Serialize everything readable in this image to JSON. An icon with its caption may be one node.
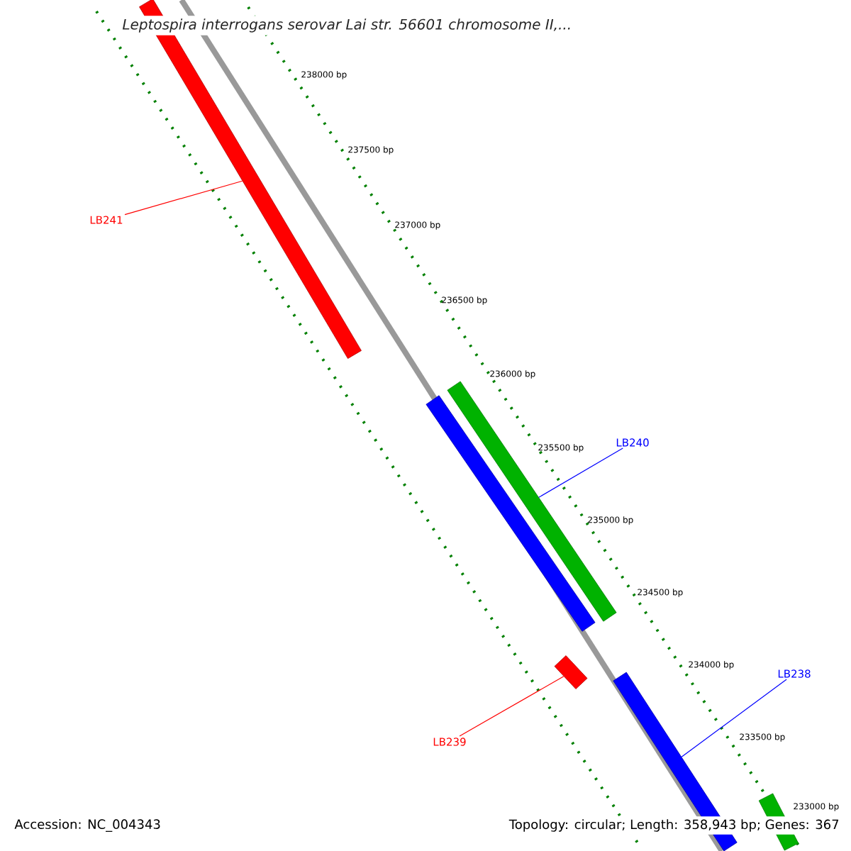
{
  "diagram": {
    "title": "Leptospira interrogans serovar Lai str. 56601 chromosome II,...",
    "nodes": [
      {
        "text": [
          "LB241"
        ]
      },
      {
        "text": [],
        "shape": "bar"
      },
      {
        "text": [],
        "shape": "bar"
      },
      {
        "text": [
          "LB240"
        ]
      },
      {
        "text": [],
        "shape": "bar"
      },
      {
        "text": [
          "LB239"
        ]
      },
      {
        "text": [],
        "shape": "bar"
      },
      {
        "text": [
          "LB238"
        ]
      },
      {
        "text": [],
        "shape": "bar"
      },
      {
        "text": [],
        "shape": "bar"
      }
    ],
    "edges": [
      {
        "from": 0,
        "to": 1,
        "arrow": "none",
        "color": "#ff0000"
      },
      {
        "from": 3,
        "to": 4,
        "arrow": "none",
        "color": "#0000ff"
      },
      {
        "from": 5,
        "to": 6,
        "arrow": "none",
        "color": "#ff0000"
      },
      {
        "from": 7,
        "to": 8,
        "arrow": "none",
        "color": "#0000ff"
      }
    ],
    "labels": [
      "238000 bp",
      "237500 bp",
      "237000 bp",
      "236500 bp",
      "236000 bp",
      "235500 bp",
      "235000 bp",
      "234500 bp",
      "234000 bp",
      "233500 bp",
      "233000 bp",
      "Accession: NC_004343",
      "Topology: circular; Length: 358,943 bp; Genes: 367"
    ]
  }
}
